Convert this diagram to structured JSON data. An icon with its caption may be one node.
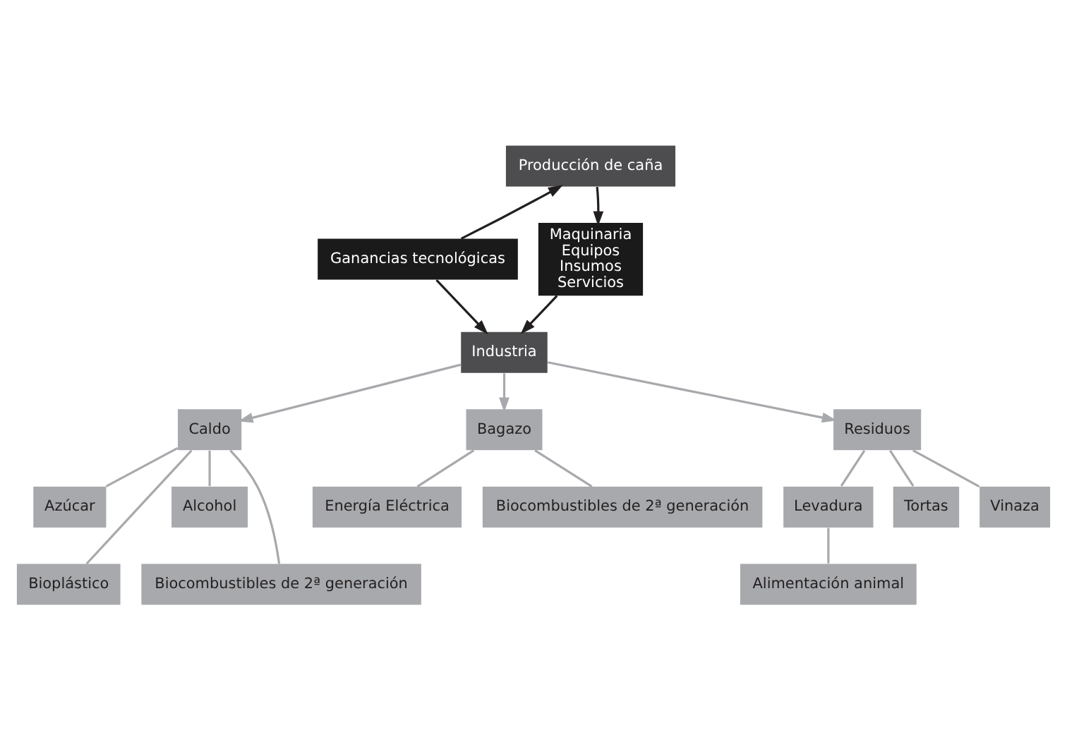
{
  "diagram": {
    "nodes": [
      {
        "text": [
          "Producción de caña"
        ]
      },
      {
        "text": [
          "Ganancias tecnológicas"
        ]
      },
      {
        "text": [
          "Maquinaria",
          "Equipos",
          "Insumos",
          "Servicios"
        ]
      },
      {
        "text": [
          "Industria"
        ]
      },
      {
        "text": [
          "Caldo"
        ]
      },
      {
        "text": [
          "Bagazo"
        ]
      },
      {
        "text": [
          "Residuos"
        ]
      },
      {
        "text": [
          "Azúcar"
        ]
      },
      {
        "text": [
          "Alcohol"
        ]
      },
      {
        "text": [
          "Bioplástico"
        ]
      },
      {
        "text": [
          "Biocombustibles de 2ª generación"
        ]
      },
      {
        "text": [
          "Energía Eléctrica"
        ]
      },
      {
        "text": [
          "Biocombustibles de 2ª generación"
        ]
      },
      {
        "text": [
          "Levadura"
        ]
      },
      {
        "text": [
          "Tortas"
        ]
      },
      {
        "text": [
          "Vinaza"
        ]
      },
      {
        "text": [
          "Alimentación animal"
        ]
      }
    ],
    "edges": [
      {
        "from": 1,
        "to": 0,
        "arrow": "to",
        "color": "#231f20"
      },
      {
        "from": 0,
        "to": 2,
        "arrow": "to",
        "color": "#231f20"
      },
      {
        "from": 1,
        "to": 3,
        "arrow": "to",
        "color": "#231f20"
      },
      {
        "from": 2,
        "to": 3,
        "arrow": "to",
        "color": "#231f20"
      },
      {
        "from": 3,
        "to": 4,
        "arrow": "to"
      },
      {
        "from": 3,
        "to": 5,
        "arrow": "to"
      },
      {
        "from": 3,
        "to": 6,
        "arrow": "to"
      },
      {
        "from": 4,
        "to": 7,
        "arrow": "none"
      },
      {
        "from": 4,
        "to": 8,
        "arrow": "none"
      },
      {
        "from": 4,
        "to": 9,
        "arrow": "none"
      },
      {
        "from": 4,
        "to": 10,
        "arrow": "none"
      },
      {
        "from": 5,
        "to": 11,
        "arrow": "none"
      },
      {
        "from": 5,
        "to": 12,
        "arrow": "none"
      },
      {
        "from": 6,
        "to": 13,
        "arrow": "none"
      },
      {
        "from": 6,
        "to": 14,
        "arrow": "none"
      },
      {
        "from": 6,
        "to": 15,
        "arrow": "none"
      },
      {
        "from": 13,
        "to": 16,
        "arrow": "none"
      }
    ]
  }
}
